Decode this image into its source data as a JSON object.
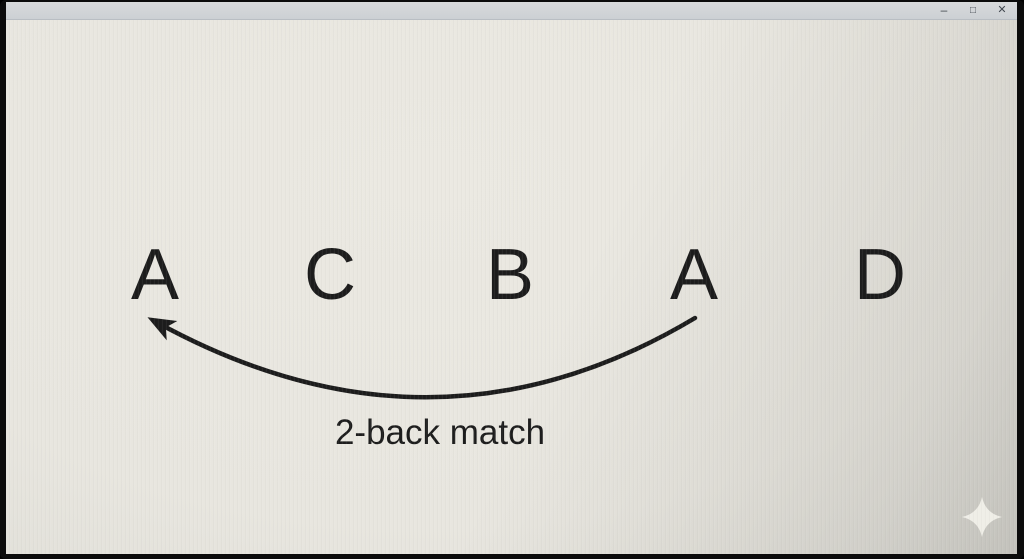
{
  "window": {
    "titlebar": {
      "controls": {
        "minimize_glyph": "–",
        "restore_glyph": "□",
        "close_glyph": "✕"
      }
    }
  },
  "diagram": {
    "sequence": [
      "A",
      "C",
      "B",
      "A",
      "D"
    ],
    "arrow": {
      "from_letter_index": 3,
      "to_letter_index": 0,
      "label": "2-back match"
    }
  },
  "colors": {
    "bezel": "#0b0b0b",
    "titlebar_bg": "#ccd0d4",
    "content_bg": "#e8e6df",
    "ink": "#1c1c1c",
    "sparkle": "#f2f1ea",
    "control_icon": "#41474e"
  }
}
